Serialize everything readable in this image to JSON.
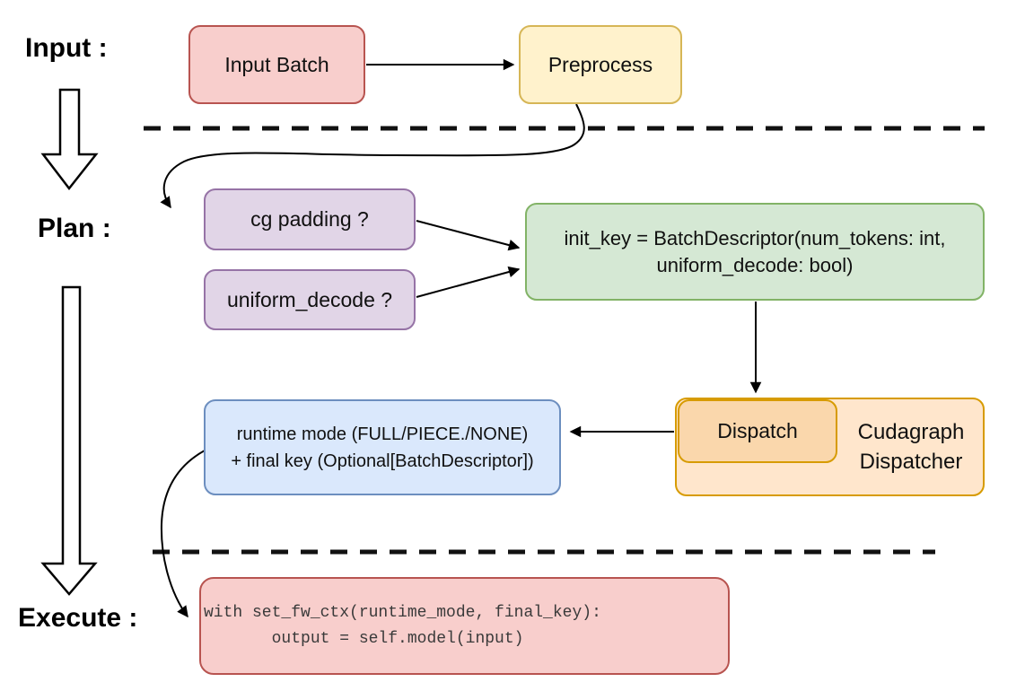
{
  "labels": {
    "input": "Input :",
    "plan": "Plan :",
    "execute": "Execute :"
  },
  "nodes": {
    "input_batch": {
      "label": "Input Batch",
      "fill": "#F8CECC",
      "stroke": "#B85450"
    },
    "preprocess": {
      "label": "Preprocess",
      "fill": "#FFF2CC",
      "stroke": "#D6B656"
    },
    "cg_padding": {
      "label": "cg padding ?",
      "fill": "#E1D5E7",
      "stroke": "#9673A6"
    },
    "uniform_decode": {
      "label": "uniform_decode ?",
      "fill": "#E1D5E7",
      "stroke": "#9673A6"
    },
    "init_key": {
      "line1": "init_key = BatchDescriptor(num_tokens: int,",
      "line2": "uniform_decode: bool)",
      "fill": "#D5E8D4",
      "stroke": "#82B366"
    },
    "cudagraph_dispatcher": {
      "line1": "Cudagraph",
      "line2": "Dispatcher",
      "fill": "#FFE6CC",
      "stroke": "#D79B00"
    },
    "dispatch": {
      "label": "Dispatch",
      "fill": "#FAD7AC",
      "stroke": "#D79B00"
    },
    "runtime_mode": {
      "line1": "runtime mode (FULL/PIECE./NONE)",
      "line2": "+ final key (Optional[BatchDescriptor])",
      "fill": "#DAE8FC",
      "stroke": "#6C8EBF"
    },
    "execute_code": {
      "line1": "with set_fw_ctx(runtime_mode, final_key):",
      "line2": "       output = self.model(input)",
      "fill": "#F8CECC",
      "stroke": "#B85450"
    }
  },
  "connector_color": "#000000"
}
